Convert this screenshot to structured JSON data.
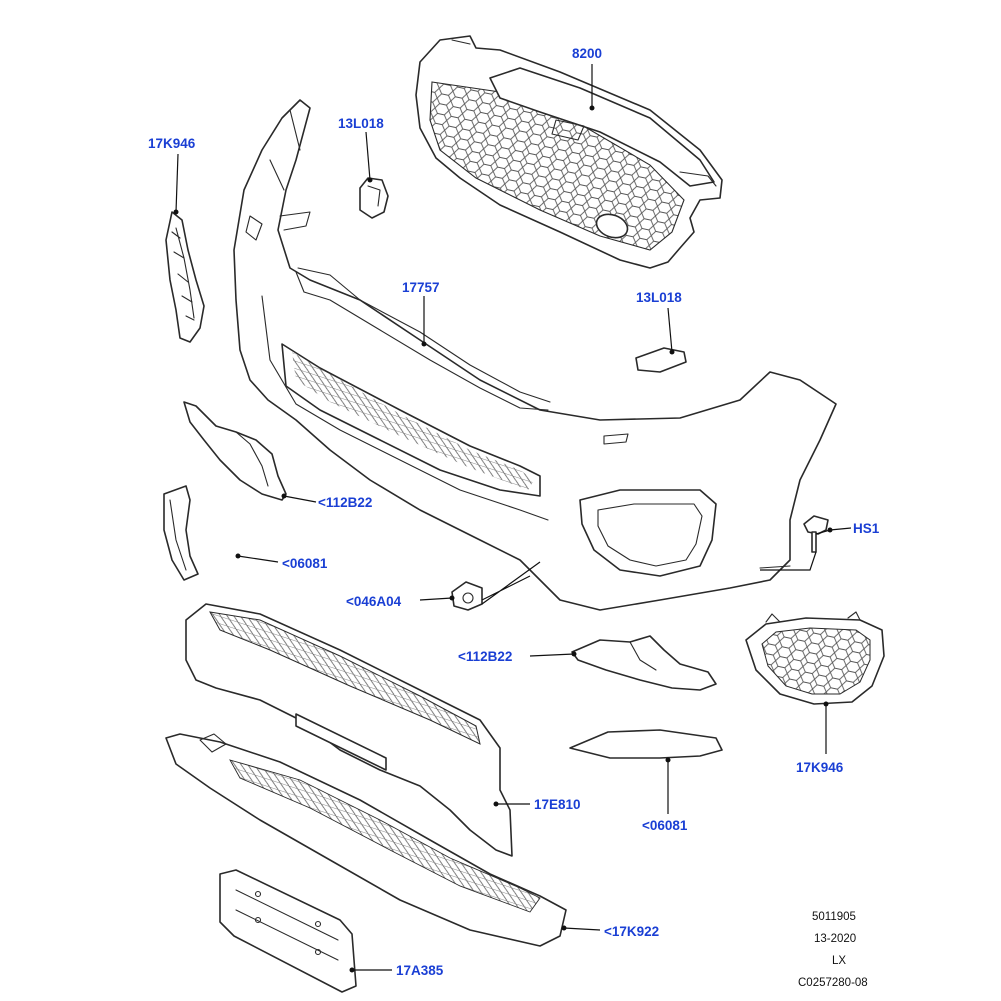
{
  "callouts": [
    {
      "id": "grille",
      "label": "8200"
    },
    {
      "id": "bracket-left-top",
      "label": "13L018"
    },
    {
      "id": "fog-grille-left",
      "label": "17K946"
    },
    {
      "id": "bumper-cover",
      "label": "17757"
    },
    {
      "id": "bracket-right",
      "label": "13L018"
    },
    {
      "id": "bracket-lower-left",
      "label": "<112B22"
    },
    {
      "id": "scuff-left",
      "label": "<06081"
    },
    {
      "id": "screw",
      "label": "HS1"
    },
    {
      "id": "sensor",
      "label": "<046A04"
    },
    {
      "id": "bracket-lower-right",
      "label": "<112B22"
    },
    {
      "id": "fog-grille-right",
      "label": "17K946"
    },
    {
      "id": "lower-grille",
      "label": "17E810"
    },
    {
      "id": "scuff-right",
      "label": "<06081"
    },
    {
      "id": "spoiler",
      "label": "<17K922"
    },
    {
      "id": "plate-bracket",
      "label": "17A385"
    }
  ],
  "reference": {
    "number": "5011905",
    "date": "13-2020",
    "model": "LX",
    "drawing": "C0257280-08"
  }
}
